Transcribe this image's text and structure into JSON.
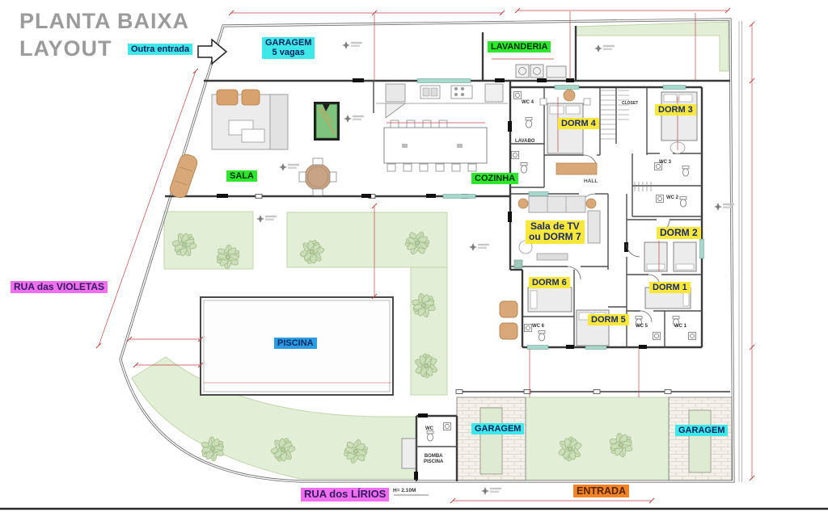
{
  "title": {
    "line1": "PLANTA BAIXA",
    "line2": "LAYOUT"
  },
  "labels": {
    "outra_entrada": "Outra entrada",
    "garagem_vagas": {
      "line1": "GARAGEM",
      "line2": "5 vagas"
    },
    "lavanderia": "LAVANDERIA",
    "sala": "SALA",
    "cozinha": "COZINHA",
    "sala_tv": {
      "line1": "Sala de TV",
      "line2": "ou DORM 7"
    },
    "dorm1": "DORM 1",
    "dorm2": "DORM 2",
    "dorm3": "DORM 3",
    "dorm4": "DORM 4",
    "dorm5": "DORM 5",
    "dorm6": "DORM 6",
    "piscina": "PISCINA",
    "garagem_center": "GARAGEM",
    "garagem_right": "GARAGEM",
    "entrada": "ENTRADA",
    "rua_violetas": "RUA das VIOLETAS",
    "rua_lirios": "RUA dos LÍRIOS"
  },
  "rooms": {
    "wc4": "WC 4",
    "lavabo": "LAVABO",
    "closet": "CLOSET",
    "hall": "HALL",
    "wc3": "WC 3",
    "wc2": "WC 2",
    "wc6": "WC 6",
    "wc5": "WC 5",
    "wc1": "WC 1",
    "wc_pool": "WC",
    "bomba_line1": "BOMBA",
    "bomba_line2": "PISCINA",
    "height_note": "H= 2.10M"
  },
  "colors": {
    "cyan": "#3fe8e8",
    "green": "#2ee62e",
    "yellow": "#f9e73a",
    "magenta": "#ef6fef",
    "orange": "#f08427",
    "pool_blue": "#2b9ce2",
    "dimension_red": "#c24545",
    "garden_green": "#e3eed7",
    "wall_gray": "#3a3a3a",
    "title_gray": "#9b9b9b"
  }
}
